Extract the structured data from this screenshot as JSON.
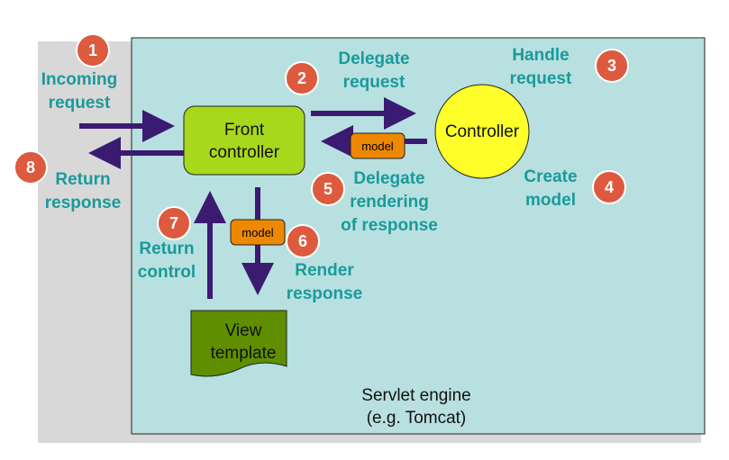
{
  "diagram": {
    "engine": {
      "line1": "Servlet engine",
      "line2": "(e.g. Tomcat)"
    },
    "nodes": {
      "front_controller": {
        "line1": "Front",
        "line2": "controller"
      },
      "controller": {
        "label": "Controller"
      },
      "view_template": {
        "line1": "View",
        "line2": "template"
      },
      "model_box_top": {
        "label": "model"
      },
      "model_box_bottom": {
        "label": "model"
      }
    },
    "steps": [
      {
        "number": "1",
        "line1": "Incoming",
        "line2": "request"
      },
      {
        "number": "2",
        "line1": "Delegate",
        "line2": "request"
      },
      {
        "number": "3",
        "line1": "Handle",
        "line2": "request"
      },
      {
        "number": "4",
        "line1": "Create",
        "line2": "model"
      },
      {
        "number": "5",
        "line1": "Delegate",
        "line2": "rendering",
        "line3": "of response"
      },
      {
        "number": "6",
        "line1": "Render",
        "line2": "response"
      },
      {
        "number": "7",
        "line1": "Return",
        "line2": "control"
      },
      {
        "number": "8",
        "line1": "Return",
        "line2": "response"
      }
    ],
    "colors": {
      "engine_fill": "#b8e0e0",
      "shadow": "#d8d8d8",
      "front_controller_fill": "#a8d81c",
      "controller_fill": "#ffff2a",
      "view_template_fill": "#5f8f00",
      "model_fill": "#ee8800",
      "arrow": "#3b1a72",
      "badge": "#dd5a3e",
      "label_text": "#1a9a9a"
    }
  }
}
